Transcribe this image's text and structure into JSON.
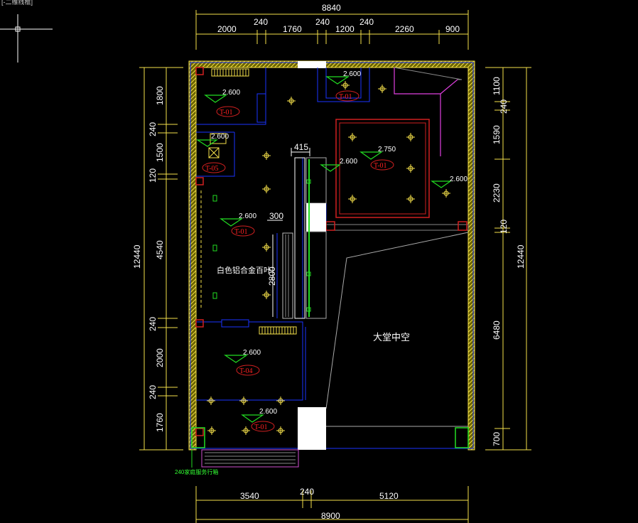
{
  "viewport_label": "[-二维线框]",
  "dimensions": {
    "top_total": "8840",
    "top_segments": [
      "2000",
      "240",
      "1760",
      "240",
      "1200",
      "240",
      "2260",
      "900"
    ],
    "bottom_total": "8900",
    "bottom_segments": [
      "3540",
      "240",
      "5120"
    ],
    "left_total": "12440",
    "left_segments": [
      "1800",
      "240",
      "1500",
      "120",
      "4540",
      "240",
      "2000",
      "240",
      "1760"
    ],
    "right_total": "12440",
    "right_segments": [
      "1100",
      "240",
      "1590",
      "2230",
      "120",
      "6480",
      "700"
    ],
    "opening_415": "415",
    "opening_300": "300",
    "vertical_2800": "2800"
  },
  "levels": {
    "l1": "2.600",
    "l2": "2.600",
    "l3": "2.600",
    "l4": "2.750",
    "l5": "2.600",
    "l6": "2.600",
    "l7": "2.600",
    "l8": "2.600",
    "l9": "2.600"
  },
  "tags": {
    "t1": "T-01",
    "t2": "T-01",
    "t3": "T-05",
    "t4": "T-01",
    "t5": "T-01",
    "t6": "T-04",
    "t7": "T-01"
  },
  "labels": {
    "blind": "白色铝合金百叶",
    "atrium": "大堂中空",
    "note": "240家庭服务行箱"
  },
  "colors": {
    "wall": "#f5e04a",
    "dimension": "#f5e04a",
    "partition": "#1a33ff",
    "ceiling_red": "#d02020",
    "magenta": "#e040e0",
    "green": "#22dd22",
    "light": "#f5e04a"
  }
}
